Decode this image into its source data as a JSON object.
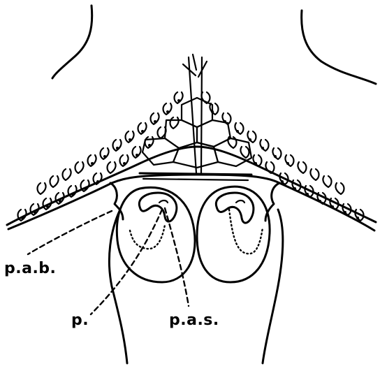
{
  "labels": {
    "pab": "p.a.b.",
    "p": "p.",
    "pas": "p.a.s."
  },
  "colors": {
    "ink": "#000000",
    "background": "#ffffff"
  }
}
